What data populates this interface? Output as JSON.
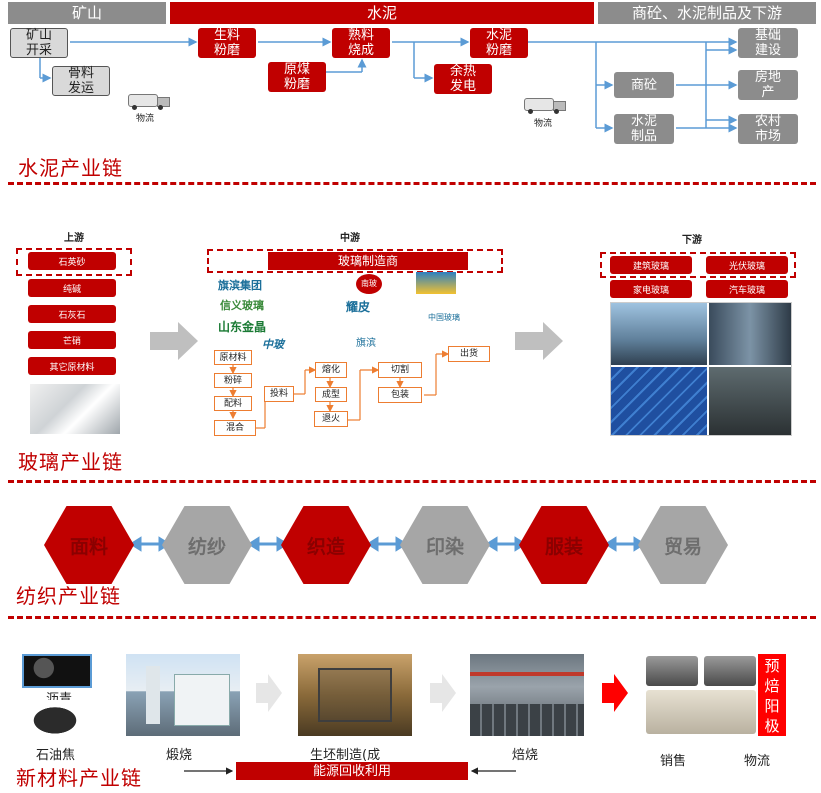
{
  "cement": {
    "headers": {
      "mine": "矿山",
      "cement": "水泥",
      "downstream": "商砼、水泥制品及下游"
    },
    "nodes": {
      "mining": "矿山\n开采",
      "aggregate": "骨料\n发运",
      "raw_grind": "生料\n粉磨",
      "coal_grind": "原煤\n粉磨",
      "clinker": "熟料\n烧成",
      "cement_grind": "水泥\n粉磨",
      "waste_heat": "余热\n发电",
      "concrete": "商砼",
      "cement_products": "水泥\n制品",
      "infra": "基础\n建设",
      "real_estate": "房地\n产",
      "rural": "农村\n市场"
    },
    "logistics_1": "物流",
    "logistics_2": "物流",
    "title": "水泥产业链"
  },
  "glass": {
    "upstream_label": "上游",
    "midstream_label": "中游",
    "downstream_label": "下游",
    "upstream_items": [
      "石英砂",
      "纯碱",
      "石灰石",
      "芒硝",
      "其它原材料"
    ],
    "manufacturer_label": "玻璃制造商",
    "logos": [
      "旗滨集团",
      "南玻",
      "信义玻璃",
      "耀皮",
      "山东金晶",
      "中国玻璃",
      "中玻",
      "旗滨"
    ],
    "process": {
      "raw": "原材料",
      "crush": "粉碎",
      "batch": "配料",
      "mix": "混合",
      "feed": "投料",
      "melt": "熔化",
      "form": "成型",
      "anneal": "退火",
      "cut": "切割",
      "pack": "包装",
      "ship": "出货"
    },
    "downstream_items": [
      "建筑玻璃",
      "光伏玻璃",
      "家电玻璃",
      "汽车玻璃"
    ],
    "title": "玻璃产业链"
  },
  "textile": {
    "steps": [
      "面料",
      "纺纱",
      "织造",
      "印染",
      "服装",
      "贸易"
    ],
    "title": "纺织产业链"
  },
  "material": {
    "pitch": "沥青",
    "petcoke": "石油焦",
    "calcine": "煅烧",
    "green_body": "生坯制造(成",
    "baking": "焙烧",
    "product": "预焙阳极",
    "sales": "销售",
    "logistics": "物流",
    "energy": "能源回收利用",
    "title": "新材料产业链"
  },
  "colors": {
    "accent": "#c00000",
    "gray": "#8c8c8c",
    "arrow_blue": "#5b9bd5",
    "process_orange": "#ed7d31"
  }
}
